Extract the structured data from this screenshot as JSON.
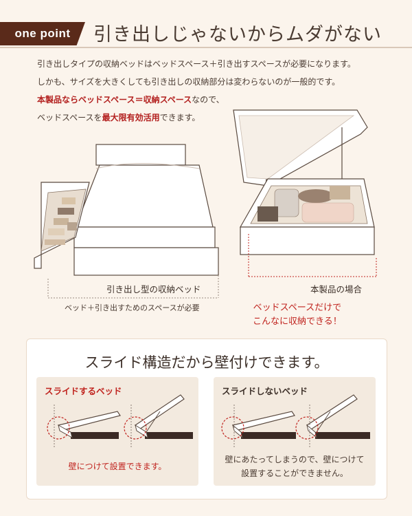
{
  "header": {
    "badge": "one point",
    "title": "引き出しじゃないからムダがない"
  },
  "intro": {
    "line1": "引き出しタイプの収納ベッドはベッドスペース＋引き出すスペースが必要になります。",
    "line2": "しかも、サイズを大きくしても引き出しの収納部分は変わらないのが一般的です。",
    "line3_a": "本製品なら",
    "line3_b": "ベッドスペース＝収納スペース",
    "line3_c": "なので、",
    "line4_a": "ベッドスペースを",
    "line4_b": "最大限有効活用",
    "line4_c": "できます。"
  },
  "comparison": {
    "drawer_caption": "引き出し型の収納ベッド",
    "drawer_note": "ベッド＋引き出すためのスペースが必要",
    "lift_caption": "本製品の場合",
    "lift_note_line1": "ベッドスペースだけで",
    "lift_note_line2": "こんなに収納できる！"
  },
  "slide": {
    "title": "スライド構造だから壁付けできます。",
    "left": {
      "title": "スライドするベッド",
      "text": "壁につけて設置できます。"
    },
    "right": {
      "title": "スライドしないベッド",
      "text_line1": "壁にあたってしまうので、壁につけて",
      "text_line2": "設置することができません。"
    }
  },
  "colors": {
    "accent_red": "#c0241f",
    "badge_brown": "#5a2a1a"
  }
}
